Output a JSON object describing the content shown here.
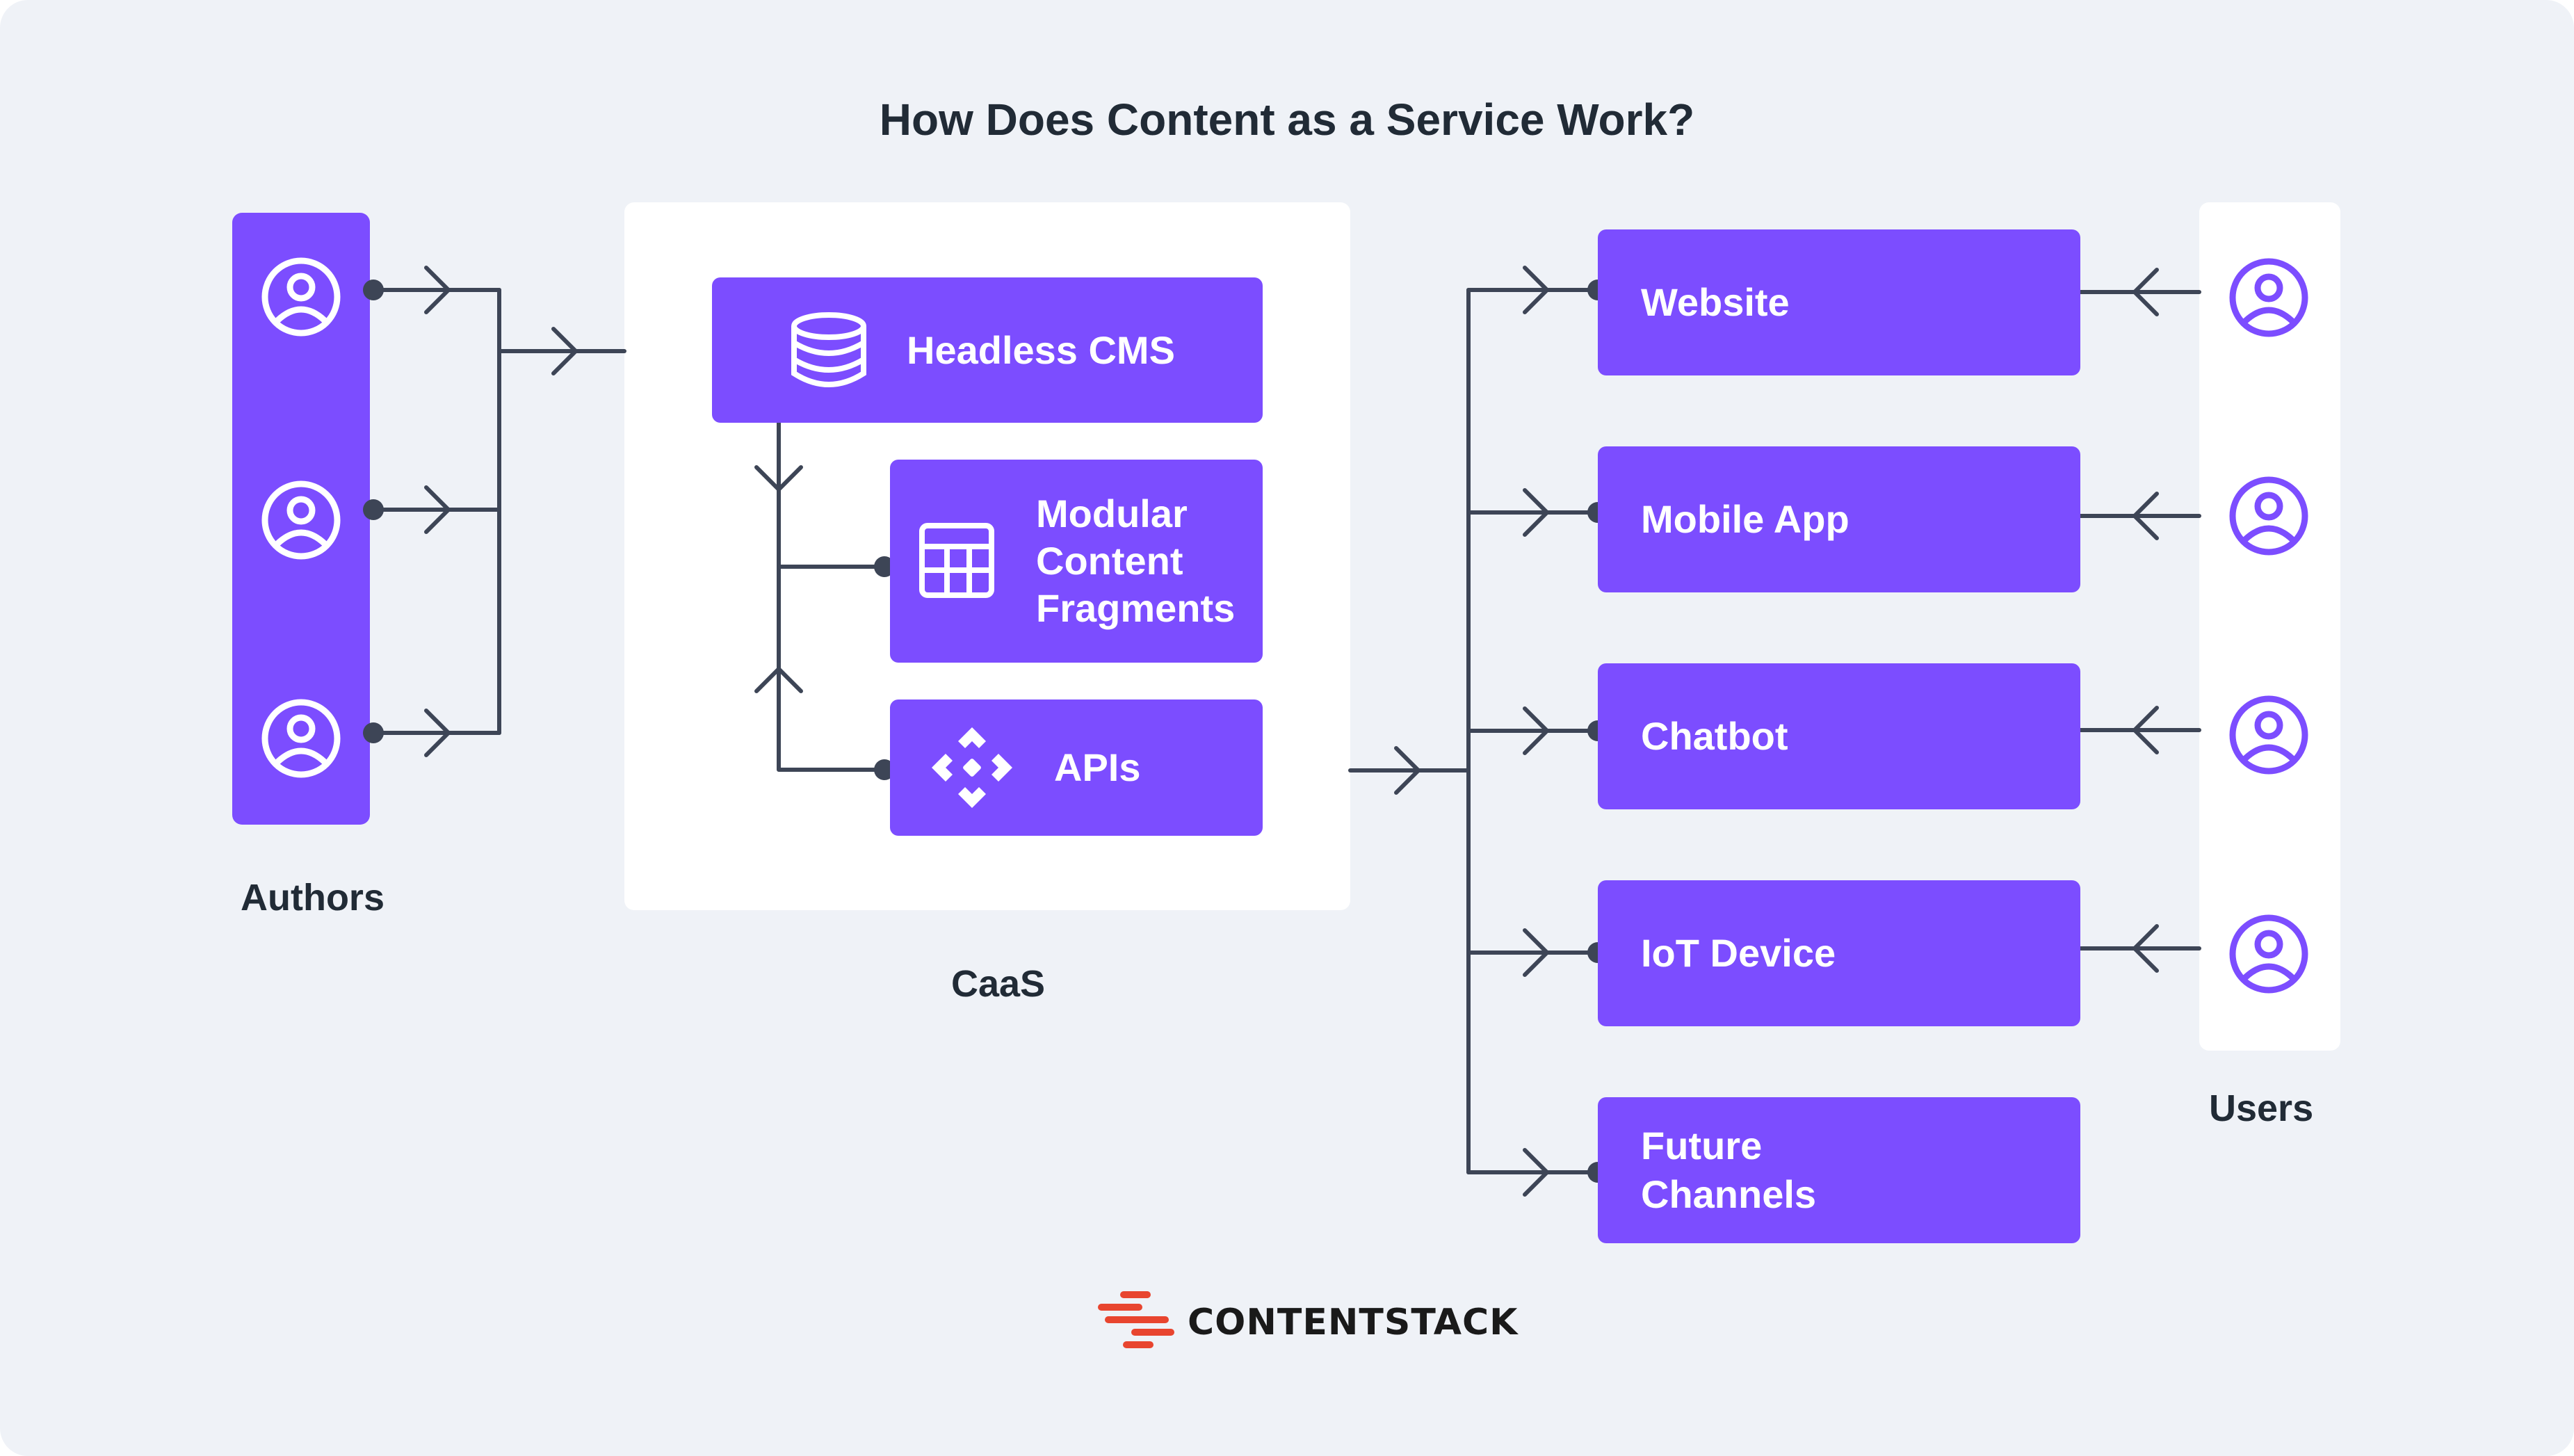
{
  "title": "How Does Content as a Service Work?",
  "authors": {
    "label": "Authors",
    "icon": "user-circle-icon",
    "count": 3
  },
  "caas": {
    "label": "CaaS",
    "headless_cms": {
      "label": "Headless CMS",
      "icon": "database-icon"
    },
    "modular": {
      "line1": "Modular",
      "line2": "Content",
      "line3": "Fragments",
      "icon": "table-grid-icon"
    },
    "apis": {
      "label": "APIs",
      "icon": "api-diamond-icon"
    }
  },
  "channels": [
    {
      "label": "Website"
    },
    {
      "label": "Mobile App"
    },
    {
      "label": "Chatbot"
    },
    {
      "label": "IoT Device"
    },
    {
      "line1": "Future",
      "line2": "Channels"
    }
  ],
  "users": {
    "label": "Users",
    "icon": "user-circle-icon",
    "count": 4
  },
  "brand": {
    "name": "CONTENTSTACK",
    "icon": "contentstack-logo-icon"
  },
  "colors": {
    "background": "#eff2f7",
    "accent": "#7c4dff",
    "connector": "#3d4556",
    "title_text": "#212b36"
  }
}
